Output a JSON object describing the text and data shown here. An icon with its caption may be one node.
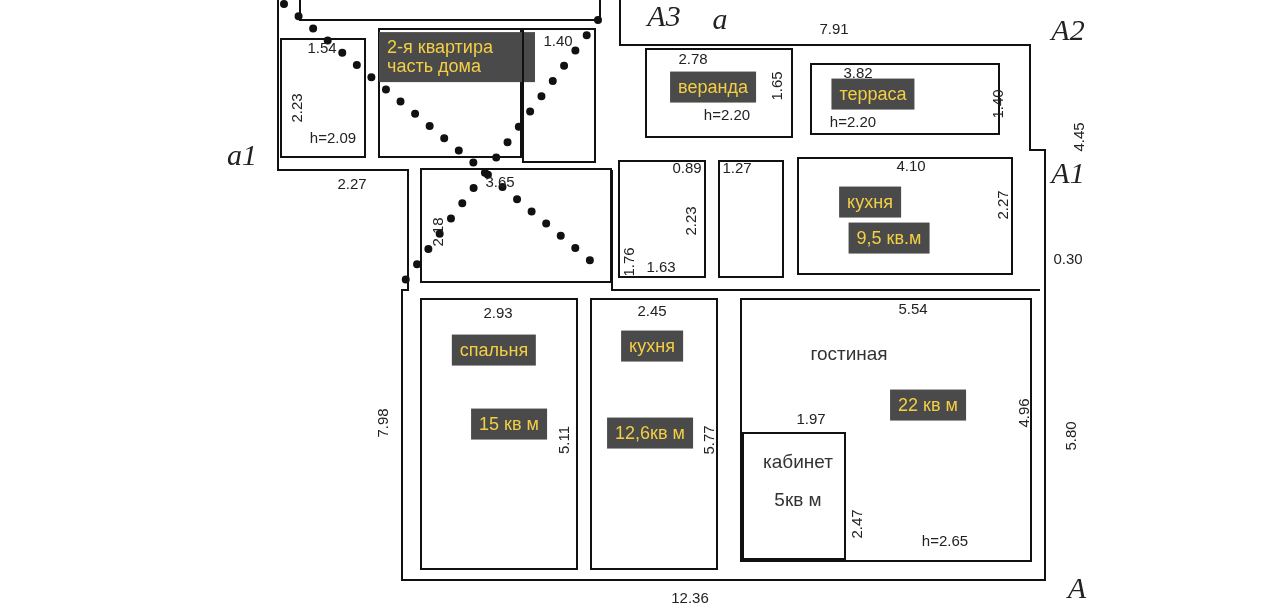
{
  "diagram": {
    "nodes": [
      {
        "text": [
          "1.54",
          "2.23",
          "h=2.09"
        ],
        "beside": [
          "2.27"
        ]
      },
      {
        "text": [
          "2-я квартира часть дома"
        ]
      },
      {
        "text": [
          "1.40"
        ]
      },
      {
        "text": [
          "3.65",
          "2.18"
        ]
      },
      {
        "text": [
          "2.78",
          "веранда",
          "1.65",
          "h=2.20"
        ]
      },
      {
        "text": [
          "3.82",
          "терраса",
          "h=2.20",
          "1.40"
        ]
      },
      {
        "text": [
          "0.89",
          "2.23",
          "1.76",
          "1.63"
        ]
      },
      {
        "text": [
          "1.27"
        ]
      },
      {
        "text": [
          "4.10",
          "кухня",
          "9,5 кв.м",
          "2.27"
        ]
      },
      {
        "text": [
          "2.93",
          "спальня",
          "15 кв м",
          "5.11"
        ]
      },
      {
        "text": [
          "2.45",
          "кухня",
          "12,6кв м",
          "5.77"
        ]
      },
      {
        "text": [
          "5.54",
          "гостиная",
          "22 кв м",
          "4.96",
          "h=2.65"
        ]
      },
      {
        "text": [
          "кабинет",
          "5кв м"
        ],
        "beside": [
          "1.97",
          "2.47"
        ],
        "in": 11
      }
    ],
    "labels": [
      "A3",
      "a",
      "7.91",
      "A2",
      "4.45",
      "A1",
      "a1",
      "0.30",
      "7.98",
      "5.80",
      "12.36",
      "A"
    ]
  }
}
